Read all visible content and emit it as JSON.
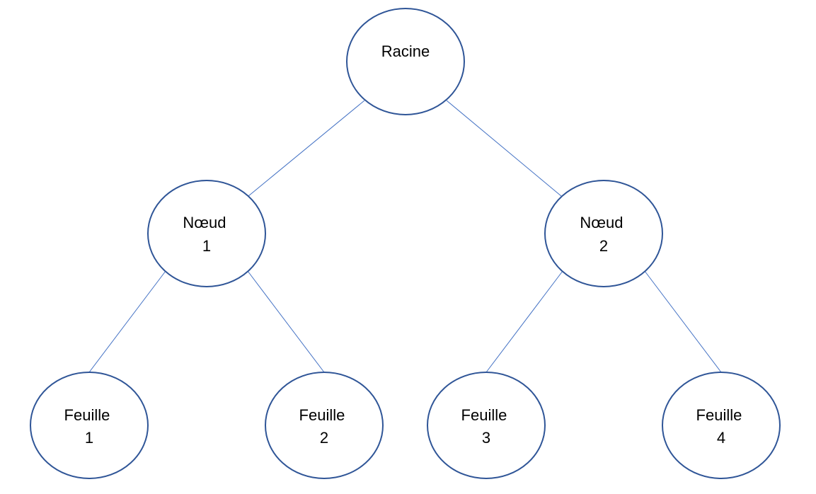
{
  "diagram": {
    "type": "tree",
    "nodes": [
      {
        "id": "root",
        "lines": [
          "Racine"
        ]
      },
      {
        "id": "n1",
        "lines": [
          "Nœud",
          "1"
        ]
      },
      {
        "id": "n2",
        "lines": [
          "Nœud",
          "2"
        ]
      },
      {
        "id": "f1",
        "lines": [
          "Feuille",
          "1"
        ]
      },
      {
        "id": "f2",
        "lines": [
          "Feuille",
          "2"
        ]
      },
      {
        "id": "f3",
        "lines": [
          "Feuille",
          "3"
        ]
      },
      {
        "id": "f4",
        "lines": [
          "Feuille",
          "4"
        ]
      }
    ],
    "edges": [
      {
        "from": "root",
        "to": "n1"
      },
      {
        "from": "root",
        "to": "n2"
      },
      {
        "from": "n1",
        "to": "f1"
      },
      {
        "from": "n1",
        "to": "f2"
      },
      {
        "from": "n2",
        "to": "f3"
      },
      {
        "from": "n2",
        "to": "f4"
      }
    ],
    "colors": {
      "node_border": "#2f5597",
      "edge": "#4472c4",
      "text": "#000000",
      "background": "#ffffff"
    }
  }
}
